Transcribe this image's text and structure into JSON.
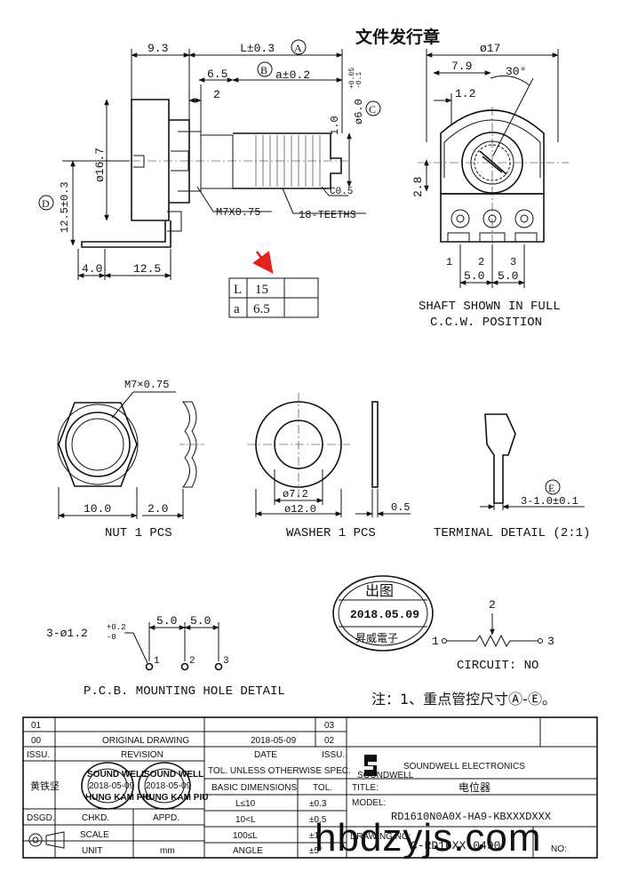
{
  "header": {
    "stamp_title": "文件发行章"
  },
  "front_view": {
    "dim_9_3": "9.3",
    "dim_L": "L±0.3",
    "tag_A": "A",
    "dim_6_5": "6.5",
    "tag_B": "B",
    "dim_a": "a±0.2",
    "dim_2": "2",
    "dim_1_0": "1.0",
    "dim_shaft": "ø6.0",
    "dim_shaft_tol_up": "+0.05",
    "dim_shaft_tol_dn": "-0.1",
    "tag_C": "C",
    "dim_16_7": "ø16.7",
    "tag_D": "D",
    "dim_12_5": "12.5±0.3",
    "dim_m7": "M7X0.75",
    "dim_teeth": "18-TEETHS",
    "dim_c05": "C0.5",
    "dim_4_0": "4.0",
    "dim_12_5b": "12.5"
  },
  "la_table": {
    "rows": [
      {
        "label": "L",
        "value": "15"
      },
      {
        "label": "a",
        "value": "6.5"
      }
    ]
  },
  "side_view": {
    "dim_17": "ø17",
    "dim_7_9": "7.9",
    "dim_30": "30°",
    "dim_1_2": "1.2",
    "dim_2_8": "2.8",
    "pin_1": "1",
    "pin_2": "2",
    "pin_3": "3",
    "dim_5a": "5.0",
    "dim_5b": "5.0",
    "caption_1": "SHAFT SHOWN IN FULL",
    "caption_2": "C.C.W. POSITION"
  },
  "nut": {
    "thread": "M7×0.75",
    "dim_10": "10.0",
    "dim_2": "2.0",
    "caption": "NUT 1 PCS"
  },
  "washer": {
    "dim_7_2": "ø7.2",
    "dim_12": "ø12.0",
    "dim_0_5": "0.5",
    "caption": "WASHER 1 PCS"
  },
  "terminal": {
    "tag_E": "E",
    "dim": "3-1.0±0.1",
    "caption": "TERMINAL DETAIL (2:1)"
  },
  "stamp": {
    "top": "出图",
    "date": "2018.05.09",
    "bottom": "昇威電子"
  },
  "circuit": {
    "pin_1": "1",
    "pin_2": "2",
    "pin_3": "3",
    "caption": "CIRCUIT: NO"
  },
  "pcb": {
    "holes": "3-ø1.2",
    "tol_up": "+0.2",
    "tol_dn": "-0",
    "dim_5a": "5.0",
    "dim_5b": "5.0",
    "pin_1": "1",
    "pin_2": "2",
    "pin_3": "3",
    "caption": "P.C.B. MOUNTING HOLE DETAIL"
  },
  "note": "注：1、重点管控尺寸Ⓐ-Ⓔ。",
  "title_block": {
    "rev_rows": [
      {
        "no": "01",
        "desc": "",
        "date": "",
        "sheet": "03"
      },
      {
        "no": "00",
        "desc": "ORIGINAL DRAWING",
        "date": "2018-05-09",
        "sheet": "02"
      }
    ],
    "issu": "ISSU.",
    "revision": "REVISION",
    "date_label": "DATE",
    "issu2": "ISSU.",
    "signer": "黄铁坚",
    "dsgd": "DSGD.",
    "chkd": "CHKD.",
    "appd": "APPD.",
    "scale": "SCALE",
    "unit": "UNIT",
    "unit_value": "mm",
    "tol_title": "TOL. UNLESS OTHERWISE SPEC.",
    "basic_dim": "BASIC DIMENSIONS",
    "tol": "TOL.",
    "tol_rows": [
      {
        "range": "L≤10",
        "tol": "±0.3"
      },
      {
        "range": "10<L",
        "tol": "±0.5"
      },
      {
        "range": "100≤L",
        "tol": "±1"
      },
      {
        "range": "ANGLE",
        "tol": "±5°"
      }
    ],
    "company_logo_text": "SOUNDWELL",
    "company": "SOUNDWELL ELECTRONICS",
    "title_label": "TITLE:",
    "title_value": "电位器",
    "model_label": "MODEL:",
    "model_value": "RD1610N0A0X-HA9-KBXXXDXXX",
    "drawing_label": "DRAWING NO:",
    "drawing_value": "C-RD16XX-0490",
    "no_label": "NO:",
    "sign_stamp_1": "SOUND WELL",
    "sign_stamp_date": "2018-05-09",
    "sign_stamp_2": "HUNG KAM PIU"
  },
  "watermark": "hbdzyjs.com"
}
